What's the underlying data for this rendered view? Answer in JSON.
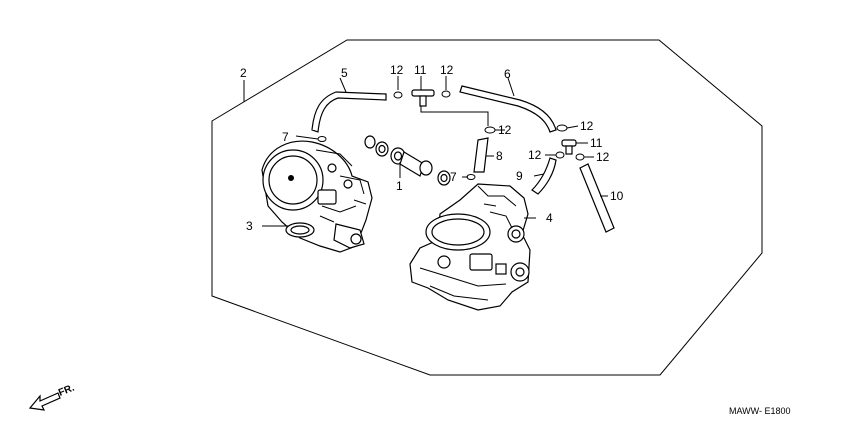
{
  "diagram": {
    "callouts": [
      {
        "id": "c1",
        "text": "1"
      },
      {
        "id": "c2",
        "text": "2"
      },
      {
        "id": "c3",
        "text": "3"
      },
      {
        "id": "c4",
        "text": "4"
      },
      {
        "id": "c5",
        "text": "5"
      },
      {
        "id": "c6",
        "text": "6"
      },
      {
        "id": "c7a",
        "text": "7"
      },
      {
        "id": "c7b",
        "text": "7"
      },
      {
        "id": "c8",
        "text": "8"
      },
      {
        "id": "c9",
        "text": "9"
      },
      {
        "id": "c10",
        "text": "10"
      },
      {
        "id": "c11a",
        "text": "11"
      },
      {
        "id": "c11b",
        "text": "11"
      },
      {
        "id": "c12a",
        "text": "12"
      },
      {
        "id": "c12b",
        "text": "12"
      },
      {
        "id": "c12c",
        "text": "12"
      },
      {
        "id": "c12d",
        "text": "12"
      },
      {
        "id": "c12e",
        "text": "12"
      },
      {
        "id": "c12f",
        "text": "12"
      }
    ],
    "direction_label": "FR.",
    "drawing_code": "MAWW- E1800"
  }
}
